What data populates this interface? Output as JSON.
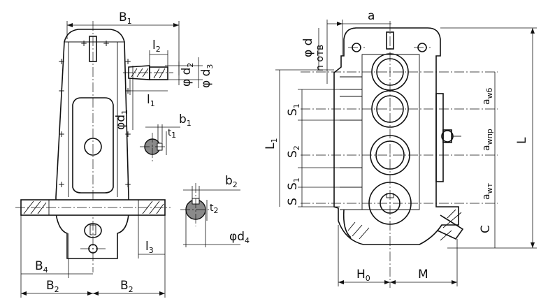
{
  "labels": {
    "B1": {
      "base": "B",
      "sub": "1"
    },
    "l2": {
      "base": "l",
      "sub": "2"
    },
    "d2": {
      "base": "φ d",
      "sub": "2"
    },
    "d3": {
      "base": "φ d",
      "sub": "3"
    },
    "l1": {
      "base": "l",
      "sub": "1"
    },
    "d1": {
      "base": "φd",
      "sub": "1"
    },
    "b1": {
      "base": "b",
      "sub": "1"
    },
    "t1": {
      "base": "t",
      "sub": "1"
    },
    "b2": {
      "base": "b",
      "sub": "2"
    },
    "t2": {
      "base": "t",
      "sub": "2"
    },
    "d4": {
      "base": "φd",
      "sub": "4"
    },
    "l3": {
      "base": "l",
      "sub": "3"
    },
    "B4": {
      "base": "B",
      "sub": "4"
    },
    "B2_left": {
      "base": "B",
      "sub": "2"
    },
    "B2_right": {
      "base": "B",
      "sub": "2"
    },
    "a": {
      "base": "a"
    },
    "phi_d": {
      "base": "φ d"
    },
    "n_otv": {
      "base": "n отв"
    },
    "S1_top": {
      "base": "S",
      "sub": "1"
    },
    "S2": {
      "base": "S",
      "sub": "2"
    },
    "S1_low": {
      "base": "S",
      "sub": "1"
    },
    "S": {
      "base": "S"
    },
    "L1": {
      "base": "L",
      "sub": "1"
    },
    "aw_b": {
      "base": "a",
      "sub": "wб"
    },
    "aw_pr": {
      "base": "a",
      "sub": "wпр"
    },
    "aw_m": {
      "base": "a",
      "sub": "wт"
    },
    "L": {
      "base": "L"
    },
    "C": {
      "base": "C"
    },
    "H0": {
      "base": "H",
      "sub": "0"
    },
    "M": {
      "base": "M"
    }
  }
}
